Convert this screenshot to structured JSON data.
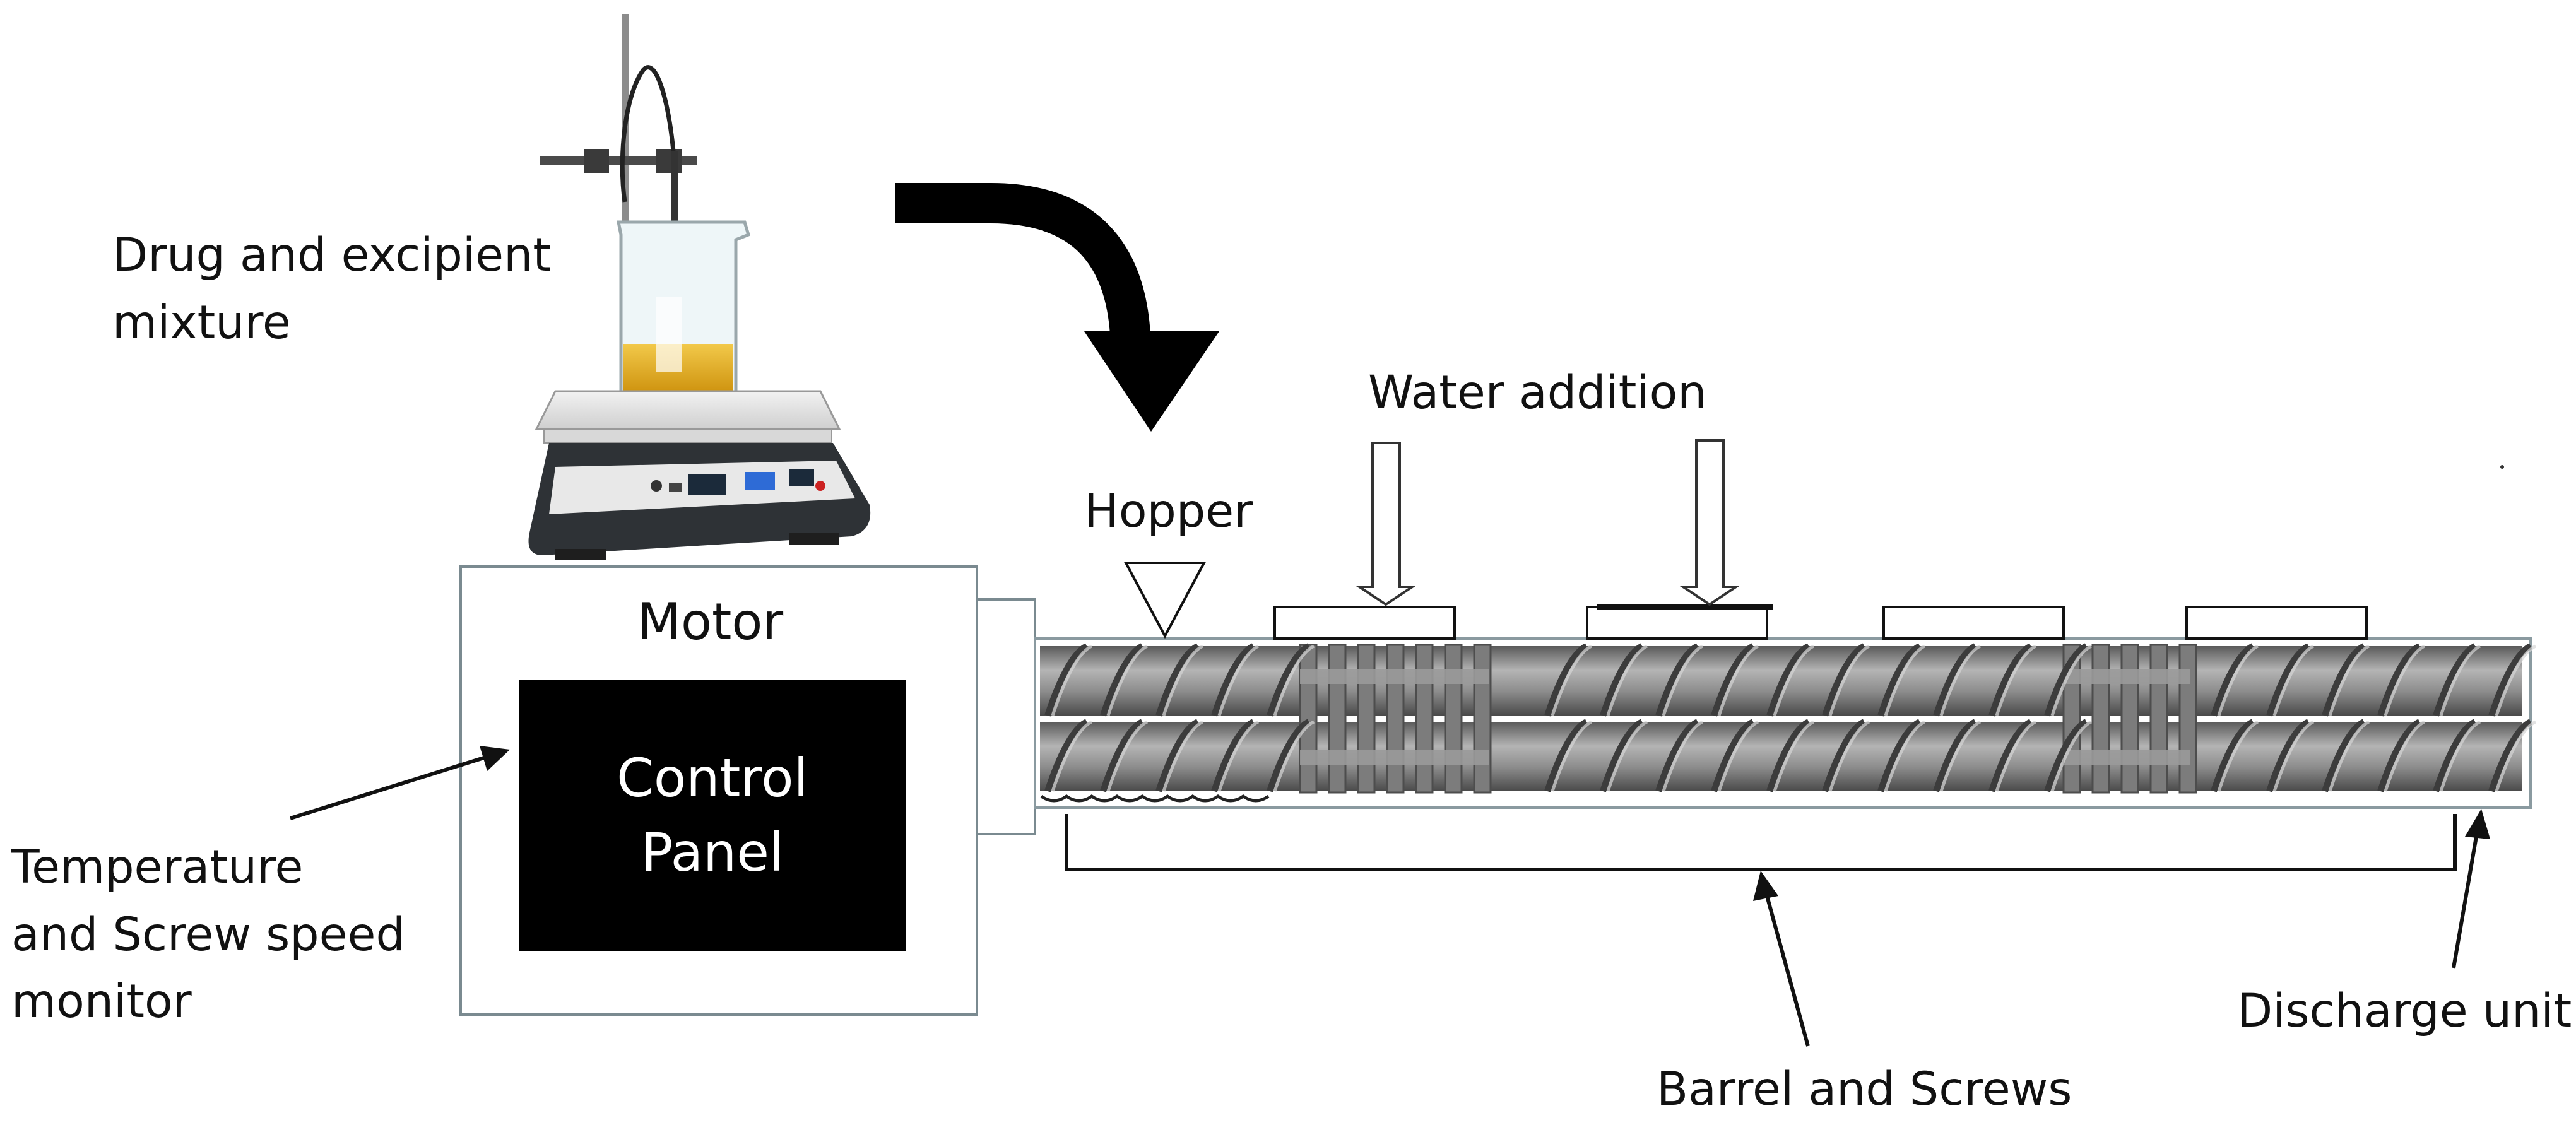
{
  "labels": {
    "mixture_line1": "Drug and excipient",
    "mixture_line2": "mixture",
    "water": "Water addition",
    "hopper": "Hopper",
    "motor": "Motor",
    "panel_line1": "Control",
    "panel_line2": "Panel",
    "monitor_line1": "Temperature",
    "monitor_line2": "and Screw speed",
    "monitor_line3": "monitor",
    "discharge": "Discharge unit",
    "barrel": "Barrel and Screws"
  },
  "icons": {
    "stirrer": "magnetic-stirrer-with-beaker",
    "flow_arrow": "curved-arrow-down",
    "hopper": "funnel-triangle",
    "water": "down-arrow",
    "screws": "twin-screw"
  },
  "colors": {
    "liquid": "#e0a816",
    "panel": "#000000",
    "screw": "#8a8a8a",
    "line": "#111111"
  }
}
